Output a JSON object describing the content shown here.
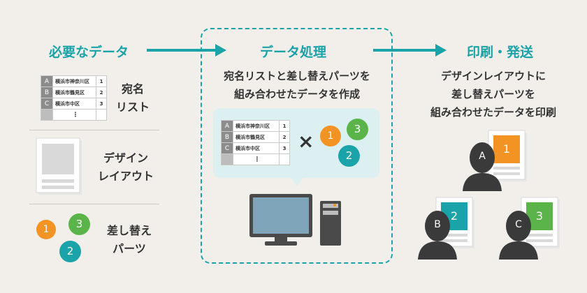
{
  "left": {
    "title": "必要なデータ",
    "address_label_lines": [
      "宛名",
      "リスト"
    ],
    "design_label_lines": [
      "デザイン",
      "レイアウト"
    ],
    "parts_label_lines": [
      "差し替え",
      "パーツ"
    ]
  },
  "center": {
    "title": "データ処理",
    "desc_lines": [
      "宛名リストと差し替えパーツを",
      "組み合わせたデータを作成"
    ],
    "times": "×"
  },
  "right": {
    "title": "印刷・発送",
    "desc_lines": [
      "デザインレイアウトに",
      "差し替えパーツを",
      "組み合わせたデータを印刷"
    ]
  },
  "address_rows": [
    {
      "key": "A",
      "name": "横浜市神奈川区",
      "num": "1"
    },
    {
      "key": "B",
      "name": "横浜市鶴見区",
      "num": "2"
    },
    {
      "key": "C",
      "name": "横浜市中区",
      "num": "3"
    }
  ],
  "table_dots": "⋮",
  "parts": [
    "1",
    "3",
    "2"
  ],
  "recipients": [
    {
      "letter": "A",
      "num": "1"
    },
    {
      "letter": "B",
      "num": "2"
    },
    {
      "letter": "C",
      "num": "3"
    }
  ],
  "colors": {
    "teal": "#1aa3a8",
    "orange": "#f39324",
    "green": "#5ab44a",
    "background": "#f2efea",
    "person": "#3a3a3a"
  }
}
